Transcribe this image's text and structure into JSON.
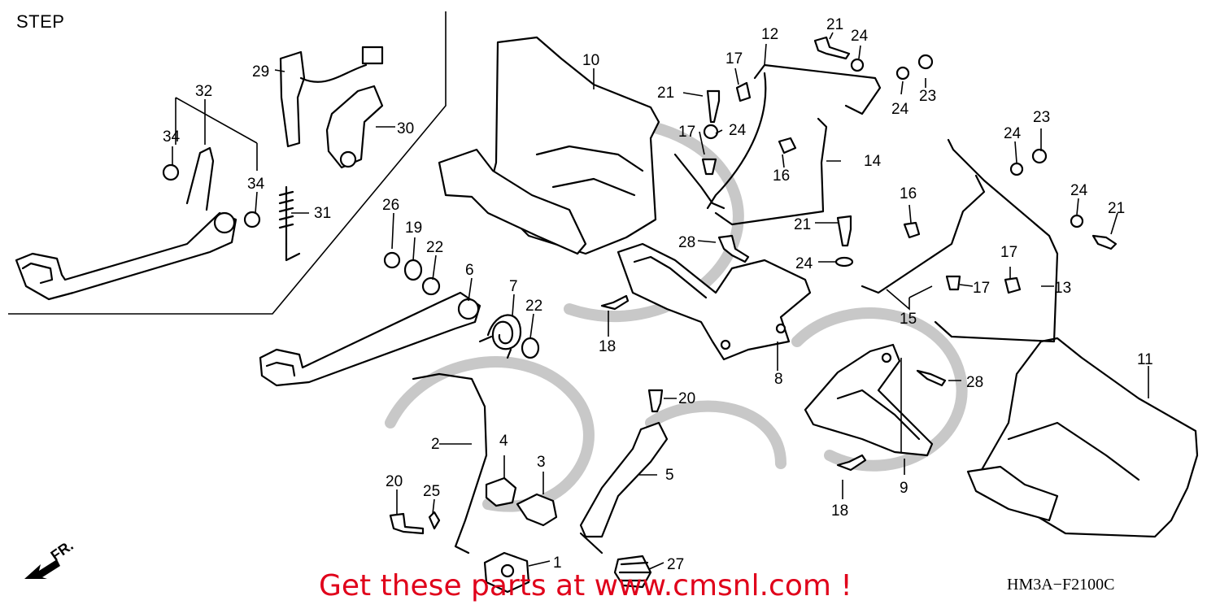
{
  "title": "STEP",
  "promo": "Get these parts at www.cmsnl.com !",
  "diagram_code": "HM3A−F2100C",
  "direction_label": "FR.",
  "callouts": [
    "1",
    "2",
    "3",
    "4",
    "5",
    "6",
    "7",
    "8",
    "9",
    "10",
    "11",
    "12",
    "13",
    "14",
    "15",
    "16",
    "16",
    "17",
    "17",
    "17",
    "17",
    "18",
    "18",
    "19",
    "20",
    "20",
    "21",
    "21",
    "21",
    "21",
    "22",
    "22",
    "23",
    "23",
    "24",
    "24",
    "24",
    "24",
    "24",
    "24",
    "25",
    "26",
    "27",
    "28",
    "28",
    "29",
    "30",
    "31",
    "32",
    "34",
    "34"
  ]
}
